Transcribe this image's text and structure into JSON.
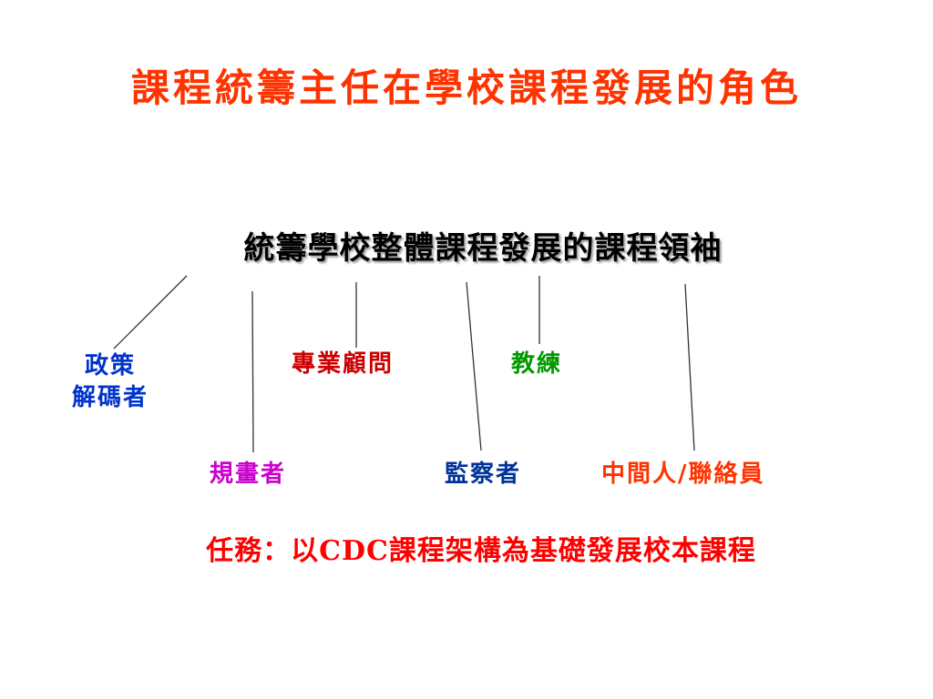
{
  "title": {
    "text": "課程統籌主任在學校課程發展的角色",
    "color": "#ff3300"
  },
  "center": {
    "text": "統籌學校整體課程發展的課程領袖",
    "color": "#000000"
  },
  "roles": {
    "policy": {
      "line1": "政策",
      "line2": "解碼者",
      "color": "#0033cc"
    },
    "consultant": {
      "text": "專業顧問",
      "color": "#cc0000"
    },
    "coach": {
      "text": "教練",
      "color": "#009900"
    },
    "planner": {
      "text": "規畫者",
      "color": "#cc00cc"
    },
    "supervisor": {
      "text": "監察者",
      "color": "#003399"
    },
    "liaison": {
      "text": "中間人/聯絡員",
      "color": "#ff3300"
    }
  },
  "task": {
    "text": "任務：以CDC課程架構為基礎發展校本課程",
    "color": "#ff0000"
  }
}
